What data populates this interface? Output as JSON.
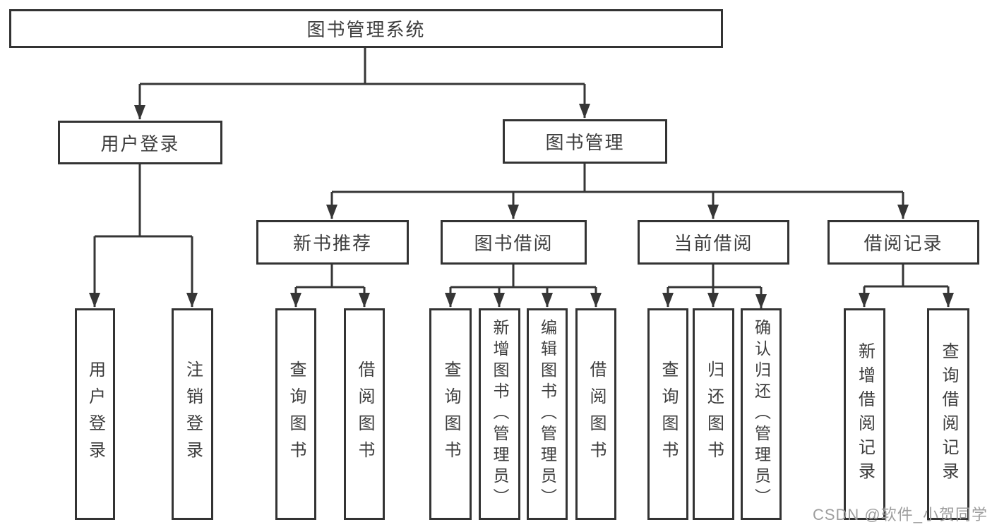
{
  "diagram_title": "图书管理系统",
  "tree": {
    "label": "图书管理系统",
    "children": [
      {
        "label": "用户登录",
        "children": [
          {
            "label": "用户登录"
          },
          {
            "label": "注销登录"
          }
        ]
      },
      {
        "label": "图书管理",
        "children": [
          {
            "label": "新书推荐",
            "children": [
              {
                "label": "查询图书"
              },
              {
                "label": "借阅图书"
              }
            ]
          },
          {
            "label": "图书借阅",
            "children": [
              {
                "label": "查询图书"
              },
              {
                "label": "新增图书（管理员）"
              },
              {
                "label": "编辑图书（管理员）"
              },
              {
                "label": "借阅图书"
              }
            ]
          },
          {
            "label": "当前借阅",
            "children": [
              {
                "label": "查询图书"
              },
              {
                "label": "归还图书"
              },
              {
                "label": "确认归还（管理员）"
              }
            ]
          },
          {
            "label": "借阅记录",
            "children": [
              {
                "label": "新增借阅记录"
              },
              {
                "label": "查询借阅记录"
              }
            ]
          }
        ]
      }
    ]
  },
  "watermark": {
    "text": "CSDN @软件_小贺同学"
  },
  "colors": {
    "line": "#363636",
    "box_border": "#333333",
    "text": "#3d3d3d",
    "background": "#ffffff",
    "watermark": "#9e9e9e"
  }
}
